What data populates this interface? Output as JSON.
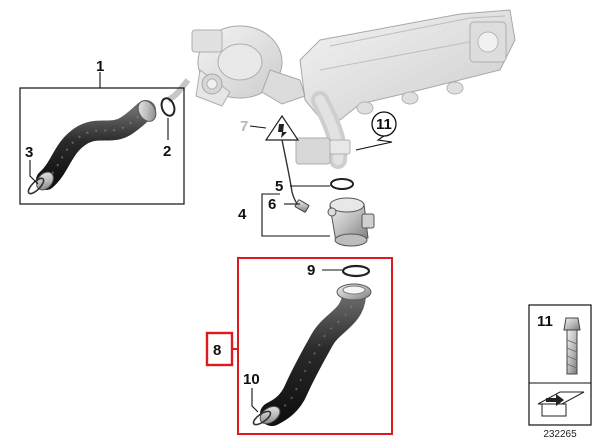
{
  "callouts": {
    "c1": "1",
    "c2": "2",
    "c3": "3",
    "c4": "4",
    "c5": "5",
    "c6": "6",
    "c7": "7",
    "c8": "8",
    "c9": "9",
    "c10": "10",
    "c11_circle": "11",
    "c11_box": "11"
  },
  "highlight_color": "#e0191e",
  "part_number": "232265",
  "icons": [
    "turbocharger-icon",
    "intake-manifold-icon",
    "warning-triangle-icon",
    "bolt-icon",
    "charge-air-hose-icon",
    "o-ring-icon",
    "clamp-icon",
    "throttle-housing-icon",
    "sensor-icon"
  ]
}
